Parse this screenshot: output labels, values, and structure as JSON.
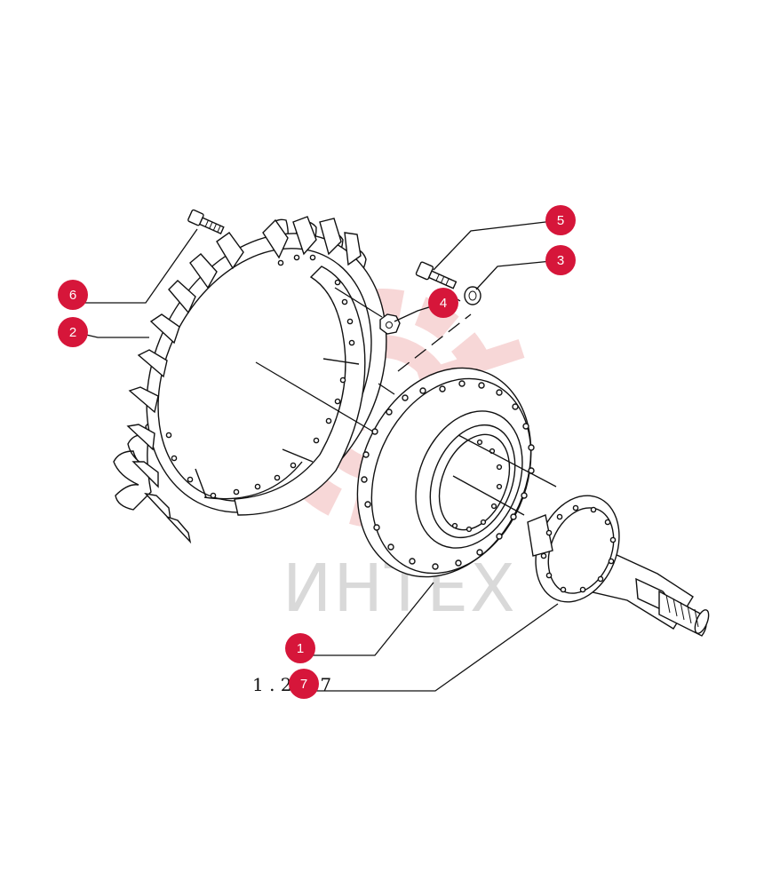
{
  "diagram": {
    "reference_code": "1 . 277 7",
    "watermark_text": "ИНТЕХ",
    "accent_color": "#d6163a",
    "watermark_color": "#f2b8b8",
    "callouts": [
      {
        "id": "c1",
        "label": "1"
      },
      {
        "id": "c2",
        "label": "2"
      },
      {
        "id": "c3",
        "label": "3"
      },
      {
        "id": "c4",
        "label": "4"
      },
      {
        "id": "c5",
        "label": "5"
      },
      {
        "id": "c6",
        "label": "6"
      },
      {
        "id": "c7",
        "label": "7"
      }
    ]
  }
}
